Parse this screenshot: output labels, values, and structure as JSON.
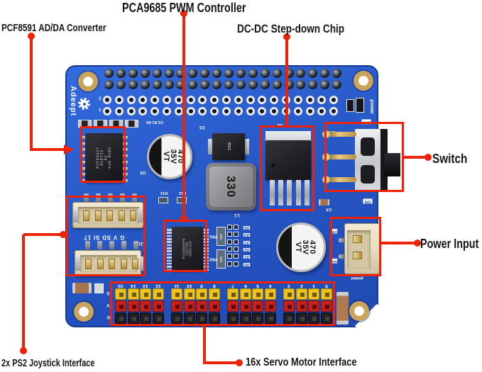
{
  "annotations": {
    "pcf8591": {
      "label": "PCF8591 AD/DA Converter"
    },
    "pca9685": {
      "label": "PCA9685 PWM Controller"
    },
    "dcdc": {
      "label": "DC-DC Step-down Chip"
    },
    "switch": {
      "label": "Switch"
    },
    "power": {
      "label": "Power Input"
    },
    "ps2": {
      "label": "2x PS2 Joystick Interface"
    },
    "servo": {
      "label": "16x Servo Motor Interface"
    }
  },
  "colors": {
    "annotation_red": "#ee2209",
    "board_blue": "#2a5ccb",
    "header_yellow": "#eec31e",
    "header_red": "#c9201a",
    "header_black": "#202022",
    "connector_cream": "#e9dfc2",
    "pad_gold": "#c9a455"
  },
  "board": {
    "brand": "Adeept",
    "gpio": {
      "pin_cols": 20,
      "pin_rows": 2,
      "hole_cols": 20,
      "hole_rows": 2,
      "row_labels": [
        "2",
        "1"
      ]
    },
    "silkscreen": {
      "c5_r1_r2": "C5 R1 R2",
      "d1": "D1",
      "u2": "U2",
      "u3": "U3",
      "l1": "L1",
      "r13": "R13",
      "r12": "R12",
      "c4": "C4",
      "sw": "SW",
      "off": "OFF",
      "on": "ON",
      "vin": "VIN",
      "gnd": "GND",
      "power_top": "power",
      "power_bottom": "power",
      "j1": "J1",
      "ps2_header_pins": "G V SD SI 17",
      "servo_row_letters": [
        "S",
        "V",
        "G"
      ],
      "rn_labels": [
        "RN1",
        "RN2"
      ],
      "analog_labels": [
        "A5",
        "A4",
        "A3",
        "A2",
        "A1",
        "A0"
      ]
    },
    "markings": {
      "pcf_chip": [
        "PCF8591T",
        "A10722",
        "02",
        "knG 0282"
      ],
      "pca_chip": [
        "PCA9685PW",
        "C09786",
        "16D1139"
      ],
      "cap_top": [
        "470",
        "35V",
        "VT"
      ],
      "cap_bottom": [
        "470",
        "35V",
        "VT"
      ],
      "inductor": "330",
      "diode": "MSC",
      "smd_resistor": "101",
      "servo_channels": [
        "15",
        "14",
        "13",
        "12",
        "11",
        "10",
        "9",
        "8",
        "7",
        "6",
        "5",
        "4",
        "3",
        "2",
        "1",
        "0"
      ]
    }
  }
}
